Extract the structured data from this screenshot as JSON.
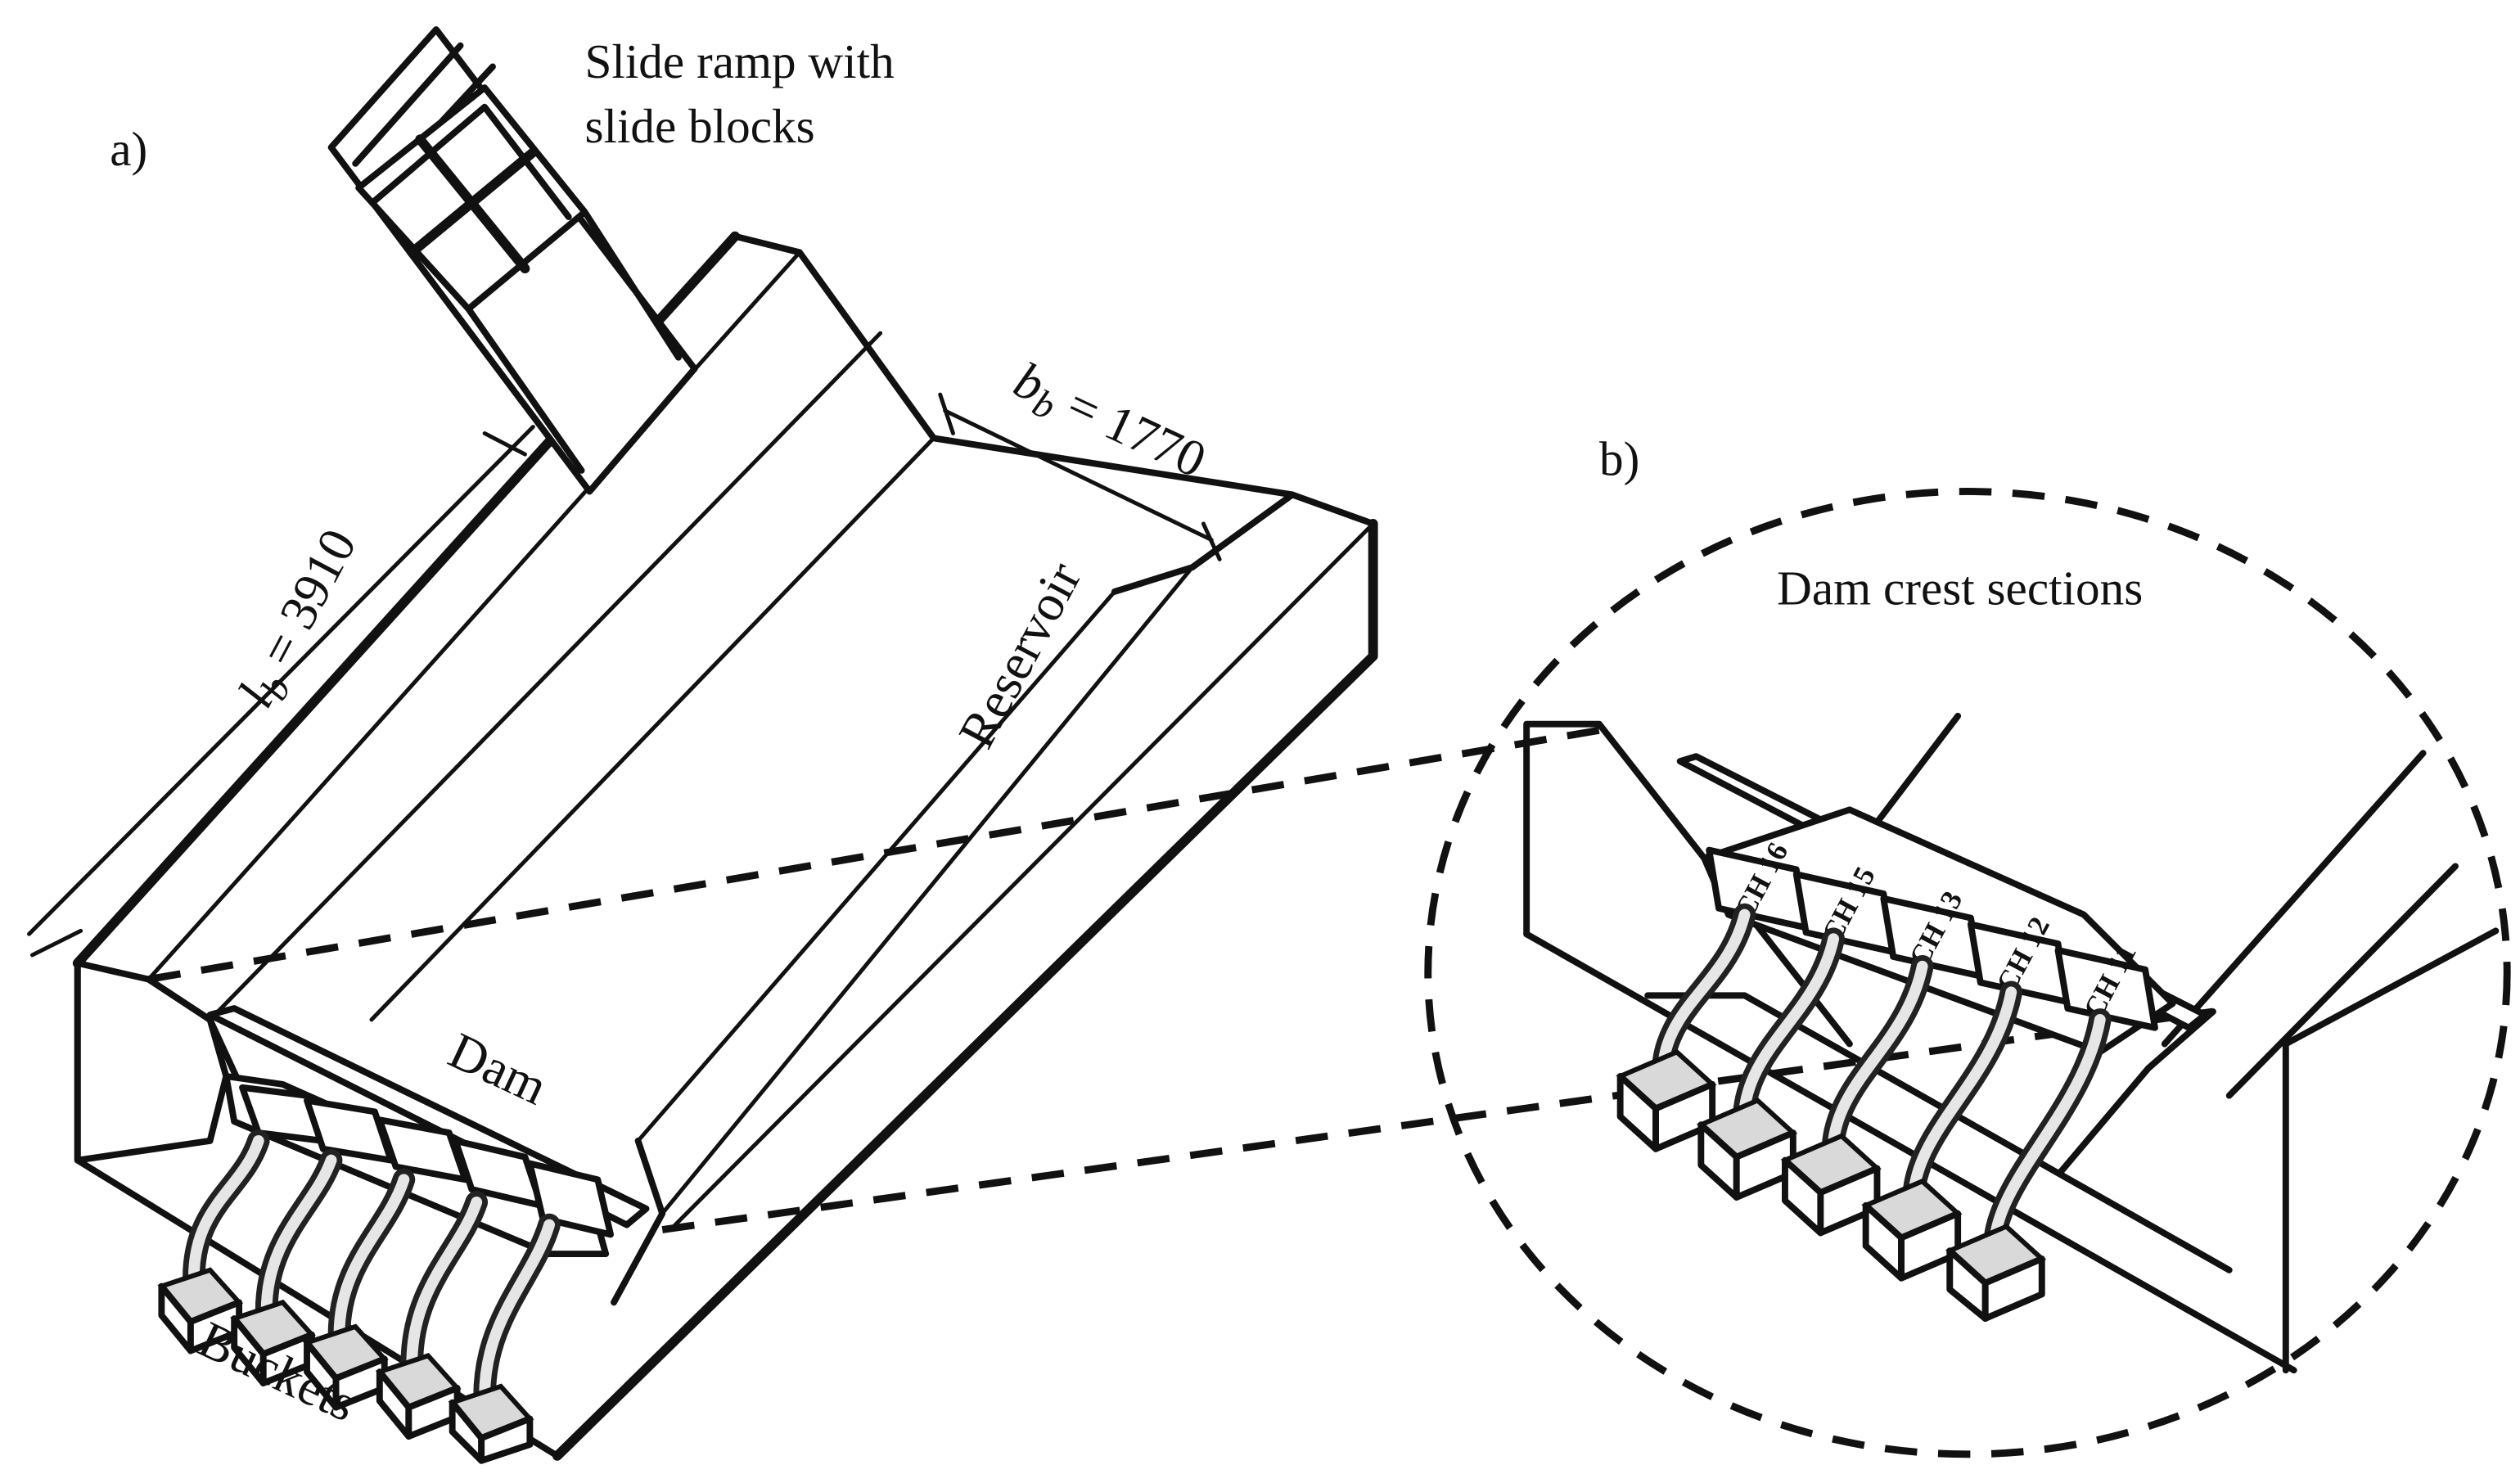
{
  "labels": {
    "panel_a": "a)",
    "panel_b": "b)",
    "slide_ramp_line1": "Slide ramp with",
    "slide_ramp_line2": "slide blocks",
    "lb_symbol": "l",
    "lb_subscript": "b",
    "lb_value": " = 3910",
    "bb_symbol": "b",
    "bb_subscript": "b",
    "bb_value": " = 1770",
    "reservoir": "Reservoir",
    "dam": "Dam",
    "buckets": "Buckets",
    "dam_crest_sections": "Dam crest sections"
  },
  "sections": [
    {
      "ch": "CH 16"
    },
    {
      "ch": "CH 15"
    },
    {
      "ch": "CH 13"
    },
    {
      "ch": "CH 12"
    },
    {
      "ch": "CH 11"
    }
  ],
  "colors": {
    "line": "#111111",
    "background": "#ffffff",
    "fill_grey": "#d9d9d9"
  }
}
